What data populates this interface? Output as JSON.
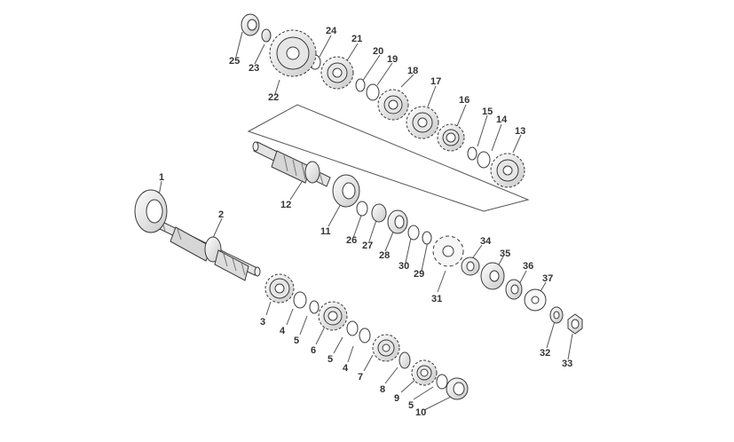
{
  "diagram": {
    "callouts": [
      {
        "id": "1",
        "text": "1"
      },
      {
        "id": "2",
        "text": "2"
      },
      {
        "id": "3",
        "text": "3"
      },
      {
        "id": "4a",
        "text": "4"
      },
      {
        "id": "5a",
        "text": "5"
      },
      {
        "id": "6",
        "text": "6"
      },
      {
        "id": "5b",
        "text": "5"
      },
      {
        "id": "4b",
        "text": "4"
      },
      {
        "id": "7",
        "text": "7"
      },
      {
        "id": "8",
        "text": "8"
      },
      {
        "id": "9",
        "text": "9"
      },
      {
        "id": "5c",
        "text": "5"
      },
      {
        "id": "10",
        "text": "10"
      },
      {
        "id": "11",
        "text": "11"
      },
      {
        "id": "12",
        "text": "12"
      },
      {
        "id": "13",
        "text": "13"
      },
      {
        "id": "14",
        "text": "14"
      },
      {
        "id": "15",
        "text": "15"
      },
      {
        "id": "16",
        "text": "16"
      },
      {
        "id": "17",
        "text": "17"
      },
      {
        "id": "18",
        "text": "18"
      },
      {
        "id": "19",
        "text": "19"
      },
      {
        "id": "20",
        "text": "20"
      },
      {
        "id": "21",
        "text": "21"
      },
      {
        "id": "22",
        "text": "22"
      },
      {
        "id": "23",
        "text": "23"
      },
      {
        "id": "24",
        "text": "24"
      },
      {
        "id": "25",
        "text": "25"
      },
      {
        "id": "26",
        "text": "26"
      },
      {
        "id": "27",
        "text": "27"
      },
      {
        "id": "28",
        "text": "28"
      },
      {
        "id": "29",
        "text": "29"
      },
      {
        "id": "30",
        "text": "30"
      },
      {
        "id": "31",
        "text": "31"
      },
      {
        "id": "32",
        "text": "32"
      },
      {
        "id": "33",
        "text": "33"
      },
      {
        "id": "34",
        "text": "34"
      },
      {
        "id": "35",
        "text": "35"
      },
      {
        "id": "36",
        "text": "36"
      },
      {
        "id": "37",
        "text": "37"
      }
    ]
  }
}
